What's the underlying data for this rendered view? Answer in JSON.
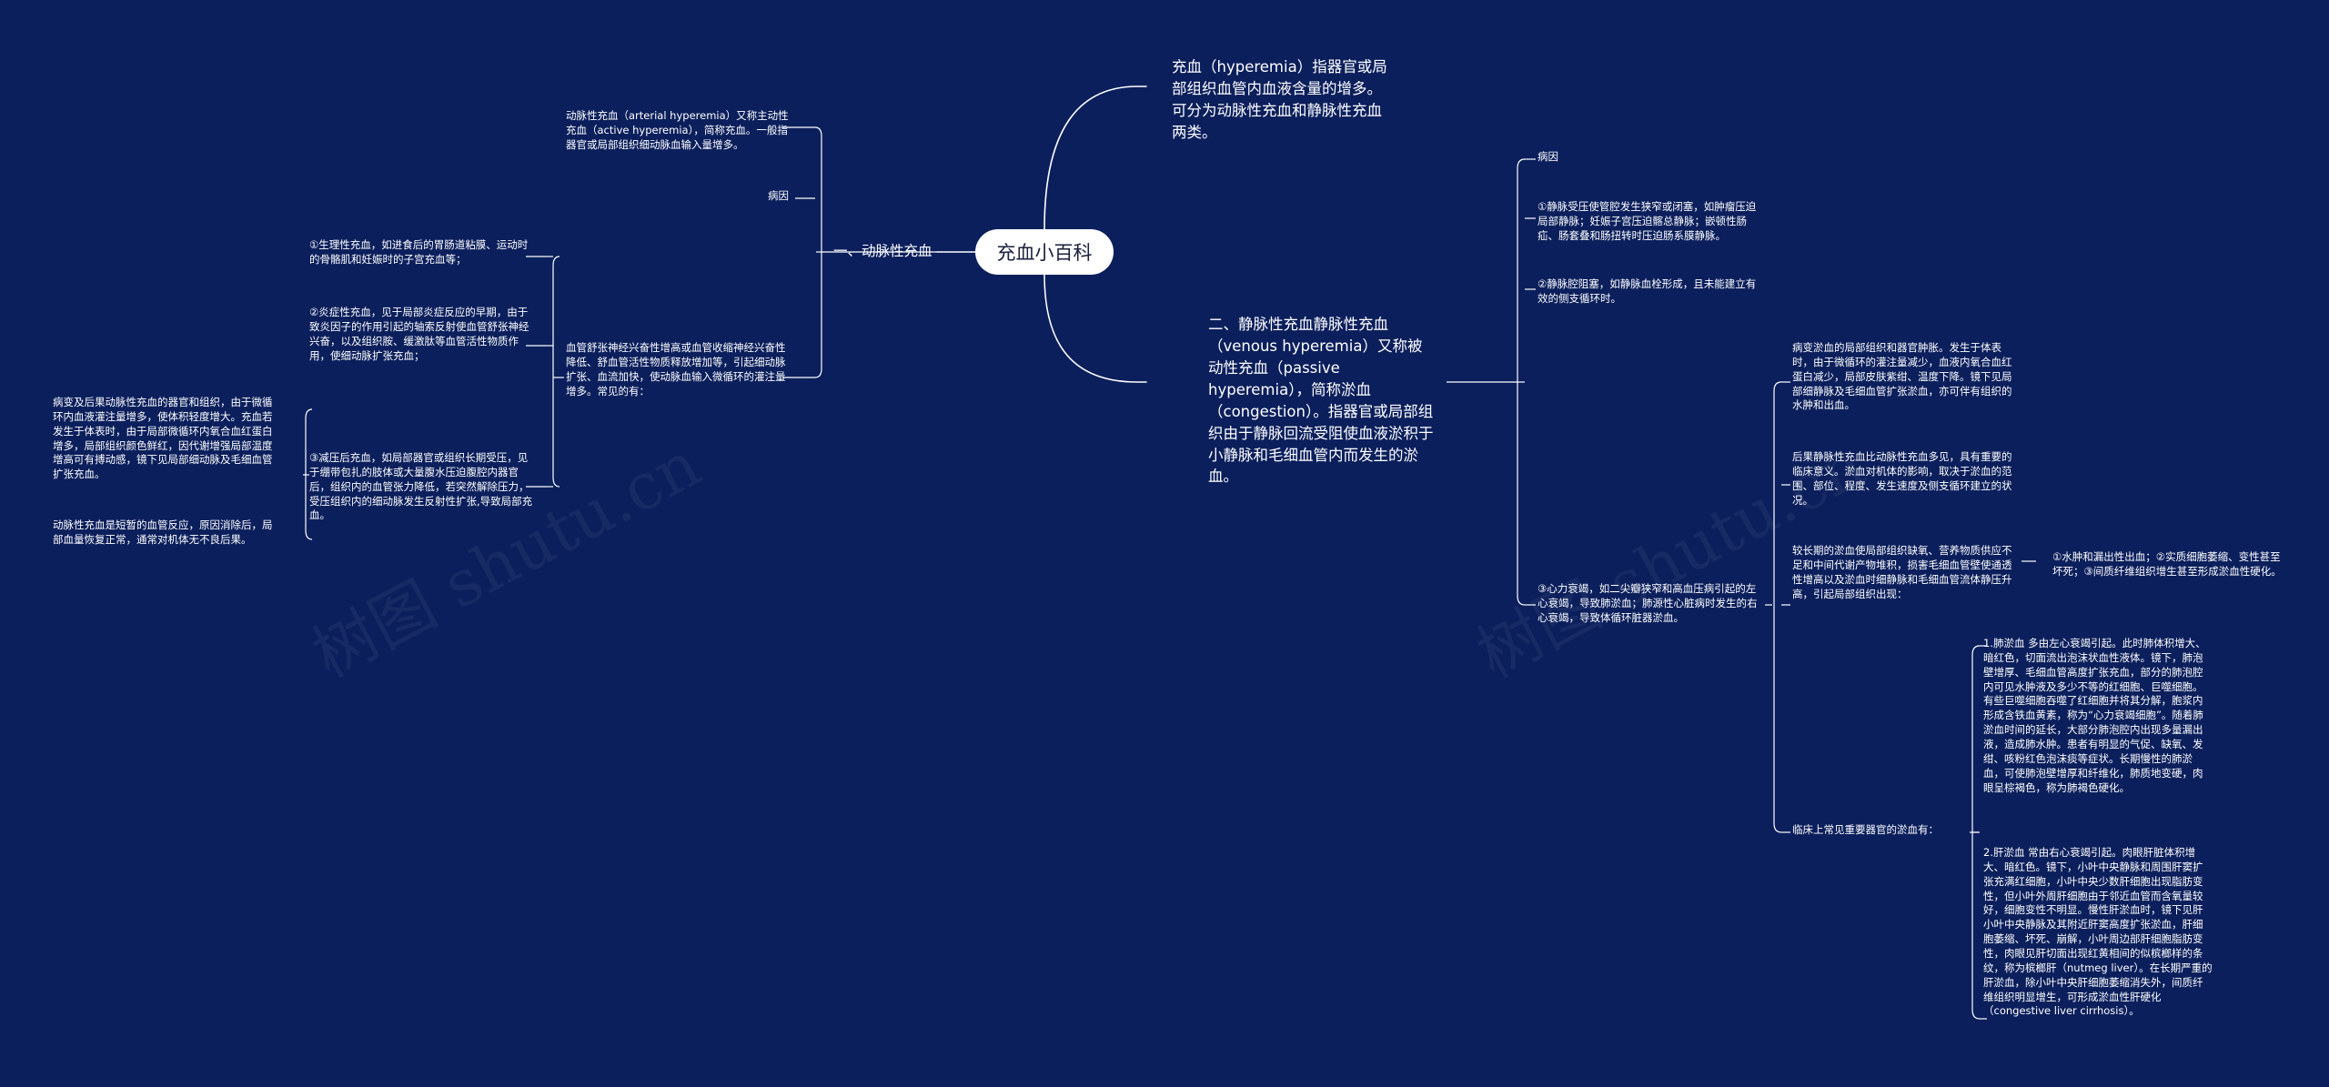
{
  "watermark": "树图 shutu.cn",
  "root": {
    "label": "充血小百科"
  },
  "right_top": {
    "text": "充血（hyperemia）指器官或局部组织血管内血液含量的增多。可分为动脉性充血和静脉性充血两类。"
  },
  "arterial": {
    "label": "一、动脉性充血",
    "definition": "动脉性充血（arterial hyperemia）又称主动性充血（active hyperemia），简称充血。一般指器官或局部组织细动脉血输入量增多。",
    "cause_label": "病因",
    "cause_text": "血管舒张神经兴奋性增高或血管收缩神经兴奋性降低、舒血管活性物质释放增加等，引起细动脉扩张、血流加快，使动脉血输入微循环的灌注量增多。常见的有：",
    "causes": [
      "①生理性充血，如进食后的胃肠道粘膜、运动时的骨骼肌和妊娠时的子宫充血等；",
      "②炎症性充血，见于局部炎症反应的早期，由于致炎因子的作用引起的轴索反射使血管舒张神经兴奋，以及组织胺、缓激肽等血管活性物质作用，使细动脉扩张充血；",
      "③减压后充血，如局部器官或组织长期受压，见于绷带包扎的肢体或大量腹水压迫腹腔内器官后，组织内的血管张力降低，若突然解除压力，受压组织内的细动脉发生反射性扩张,导致局部充血。"
    ],
    "far_left": [
      "病变及后果动脉性充血的器官和组织，由于微循环内血液灌注量增多，使体积轻度增大。充血若发生于体表时，由于局部微循环内氧合血红蛋白增多，局部组织颜色鲜红，因代谢增强局部温度增高可有搏动感，镜下见局部细动脉及毛细血管扩张充血。",
      "动脉性充血是短暂的血管反应，原因消除后，局部血量恢复正常，通常对机体无不良后果。"
    ]
  },
  "venous": {
    "label": "二、静脉性充血静脉性充血 （venous hyperemia）又称被动性充血（passive hyperemia），简称淤血（congestion）。指器官或局部组织由于静脉回流受阻使血液淤积于小静脉和毛细血管内而发生的淤血。",
    "cause_label": "病因",
    "causes": [
      "①静脉受压使管腔发生狭窄或闭塞，如肿瘤压迫局部静脉；妊娠子宫压迫髂总静脉；嵌顿性肠疝、肠套叠和肠扭转时压迫肠系膜静脉。",
      "②静脉腔阻塞，如静脉血栓形成，且未能建立有效的侧支循环时。",
      "③心力衰竭，如二尖瓣狭窄和高血压病引起的左心衰竭，导致肺淤血；肺源性心脏病时发生的右心衰竭，导致体循环脏器淤血。"
    ],
    "effects": [
      "病变淤血的局部组织和器官肿胀。发生于体表时，由于微循环的灌注量减少，血液内氧合血红蛋白减少，局部皮肤紫绀、温度下降。镜下见局部细静脉及毛细血管扩张淤血，亦可伴有组织的水肿和出血。",
      "后果静脉性充血比动脉性充血多见，具有重要的临床意义。淤血对机体的影响，取决于淤血的范围、部位、程度、发生速度及侧支循环建立的状况。",
      "较长期的淤血使局部组织缺氧、营养物质供应不足和中间代谢产物堆积，损害毛细血管壁使通透性增高以及淤血时细静脉和毛细血管流体静压升高，引起局部组织出现：",
      "临床上常见重要器官的淤血有："
    ],
    "outcome": "①水肿和漏出性出血；②实质细胞萎缩、变性甚至坏死；③间质纤维组织增生甚至形成淤血性硬化。",
    "organs": [
      "1.肺淤血 多由左心衰竭引起。此时肺体积增大、暗红色，切面流出泡沫状血性液体。镜下，肺泡壁增厚、毛细血管高度扩张充血，部分的肺泡腔内可见水肿液及多少不等的红细胞、巨噬细胞。有些巨噬细胞吞噬了红细胞并将其分解，胞浆内形成含铁血黄素，称为“心力衰竭细胞”。随着肺淤血时间的延长，大部分肺泡腔内出现多量漏出液，造成肺水肿。患者有明显的气促、缺氧、发绀、咳粉红色泡沫痰等症状。长期慢性的肺淤血，可使肺泡壁增厚和纤维化，肺质地变硬，肉眼呈棕褐色，称为肺褐色硬化。",
      "2.肝淤血 常由右心衰竭引起。肉眼肝脏体积增大、暗红色。镜下，小叶中央静脉和周围肝窦扩张充满红细胞，小叶中央少数肝细胞出现脂肪变性，但小叶外周肝细胞由于邻近血管而含氧量较好，细胞变性不明显。慢性肝淤血时，镜下见肝小叶中央静脉及其附近肝窦高度扩张淤血，肝细胞萎缩、坏死、崩解，小叶周边部肝细胞脂肪变性，肉眼见肝切面出现红黄相间的似槟榔样的条纹，称为槟榔肝（nutmeg liver）。在长期严重的肝淤血，除小叶中央肝细胞萎缩消失外，间质纤维组织明显增生，可形成淤血性肝硬化（congestive liver cirrhosis）。"
    ]
  }
}
